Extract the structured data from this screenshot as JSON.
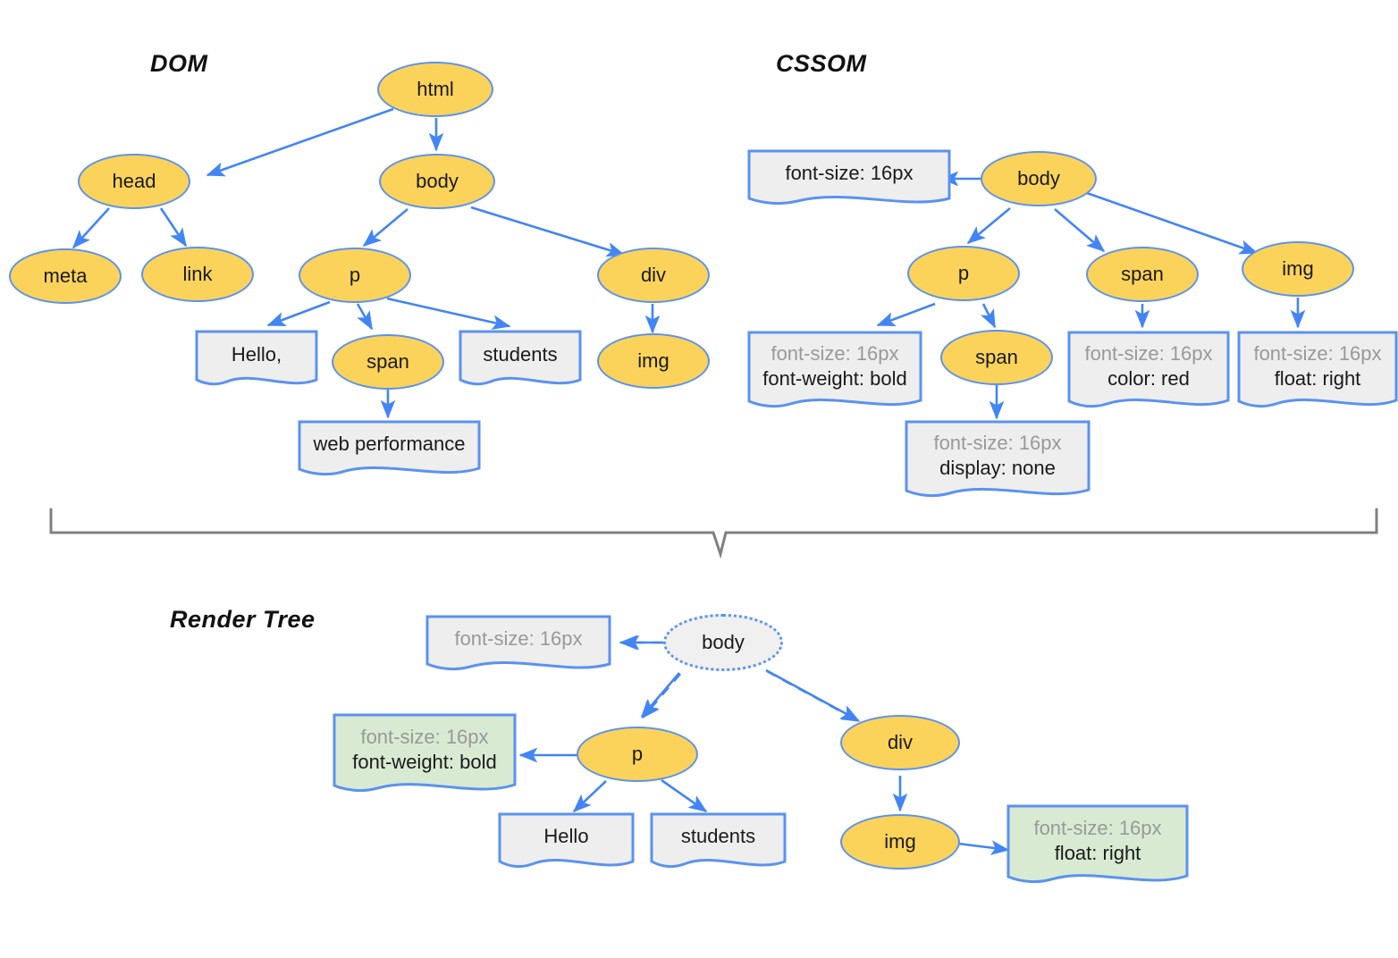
{
  "diagram": {
    "title_dom": "DOM",
    "title_cssom": "CSSOM",
    "title_render": "Render Tree",
    "colors": {
      "node_fill": "#FBD35A",
      "node_stroke": "#5B92F0",
      "box_fill": "#EEEEEE",
      "box_fill_green": "#D9EAD3",
      "box_fill_ghost": "#F0F0F0",
      "edge": "#4285F4",
      "brace": "#808080",
      "muted_text": "#999999"
    }
  },
  "dom": {
    "nodes": {
      "html": "html",
      "head": "head",
      "body": "body",
      "meta": "meta",
      "link": "link",
      "p": "p",
      "div": "div",
      "span": "span",
      "img": "img"
    },
    "boxes": {
      "hello": "Hello,",
      "students": "students",
      "web_performance": "web performance"
    }
  },
  "cssom": {
    "nodes": {
      "body": "body",
      "p": "p",
      "span": "span",
      "img": "img"
    },
    "boxes": {
      "body_rule": {
        "l1": "font-size: 16px"
      },
      "p_rule": {
        "l1": "font-size: 16px",
        "l2": "font-weight: bold"
      },
      "span_rule": {
        "l1": "font-size: 16px",
        "l2": "display: none"
      },
      "span_top_rule": {
        "l1": "font-size: 16px",
        "l2": "color: red"
      },
      "img_rule": {
        "l1": "font-size: 16px",
        "l2": "float: right"
      }
    }
  },
  "render_tree": {
    "nodes": {
      "body": "body",
      "p": "p",
      "div": "div",
      "img": "img"
    },
    "boxes": {
      "body_rule": {
        "l1": "font-size: 16px"
      },
      "p_rule": {
        "l1": "font-size: 16px",
        "l2": "font-weight: bold"
      },
      "img_rule": {
        "l1": "font-size: 16px",
        "l2": "float: right"
      },
      "hello": "Hello",
      "students": "students"
    }
  }
}
